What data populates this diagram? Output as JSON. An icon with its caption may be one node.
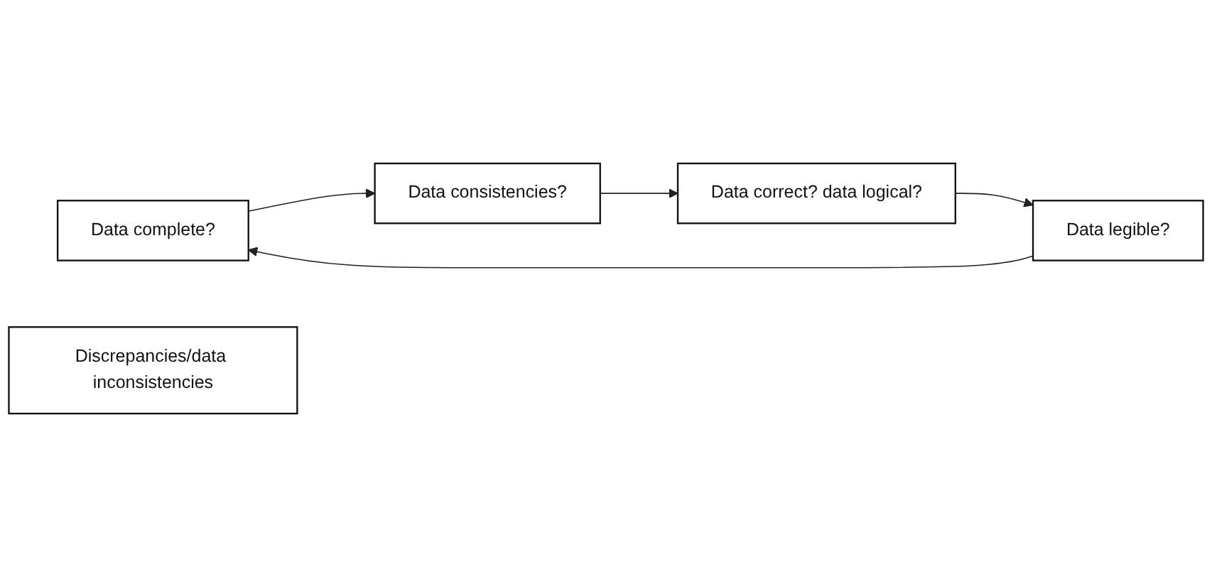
{
  "diagram": {
    "nodes": [
      {
        "text": [
          "Data complete?"
        ]
      },
      {
        "text": [
          "Data legible?"
        ]
      },
      {
        "text": [
          "Discrepancies/data inconsistencies"
        ]
      },
      {
        "text": [
          "Data consistencies?"
        ]
      },
      {
        "text": [
          "Data correct? data logical?"
        ]
      }
    ],
    "edges": [
      {
        "from": 1,
        "to": 0,
        "arrow": "to"
      },
      {
        "from": 0,
        "to": 3,
        "arrow": "to"
      },
      {
        "from": 3,
        "to": 4,
        "arrow": "to"
      },
      {
        "from": 4,
        "to": 1,
        "arrow": "to"
      }
    ]
  }
}
